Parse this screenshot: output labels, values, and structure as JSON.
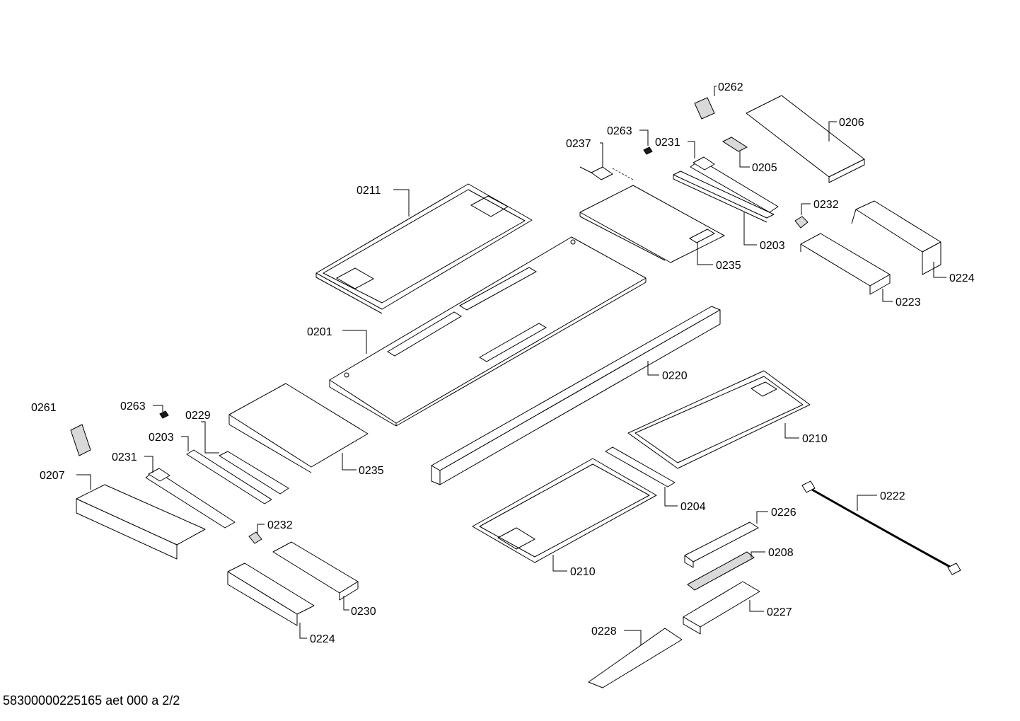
{
  "drawing": {
    "footer_text": "58300000225165 aet 000 a 2/2",
    "part_labels": [
      "0262",
      "0206",
      "0263",
      "0231",
      "0237",
      "0205",
      "0211",
      "0232",
      "0203",
      "0235",
      "0224",
      "0223",
      "0201",
      "0220",
      "0261",
      "0263",
      "0229",
      "0203",
      "0235",
      "0210",
      "0231",
      "0207",
      "0204",
      "0222",
      "0232",
      "0226",
      "0210",
      "0208",
      "0230",
      "0227",
      "0224",
      "0228"
    ]
  }
}
